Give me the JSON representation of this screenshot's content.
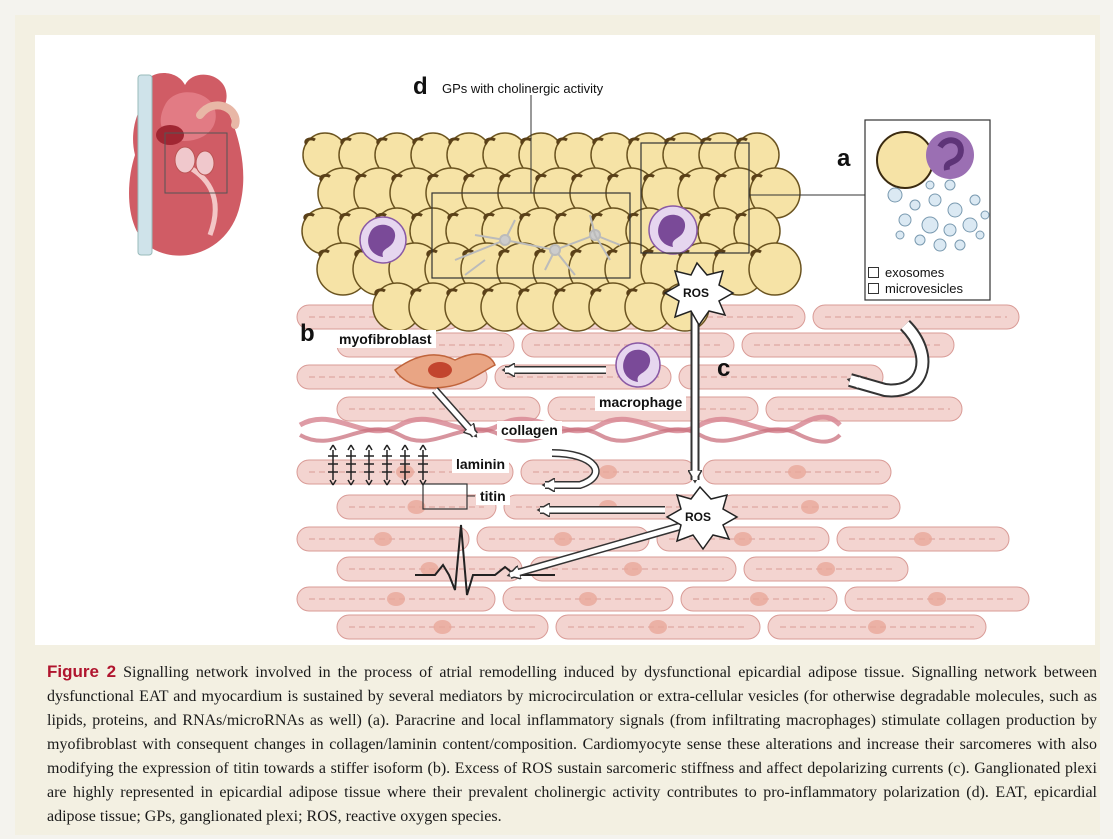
{
  "figure": {
    "panel_labels": {
      "a": "a",
      "b": "b",
      "c": "c",
      "d": "d"
    },
    "labels": {
      "gps": "GPs with cholinergic activity",
      "ros_top": "ROS",
      "ros_bottom": "ROS",
      "exosomes": "exosomes",
      "microvesicles": "microvesicles",
      "myofibroblast": "myofibroblast",
      "macrophage": "macrophage",
      "collagen": "collagen",
      "laminin": "laminin",
      "titin": "titin"
    },
    "colors": {
      "adipocyte_fill": "#f6e3a6",
      "adipocyte_stroke": "#6b5420",
      "macrophage": "#9b6fb3",
      "muscle_fill": "#f3d4d0",
      "muscle_stroke": "#d99b96",
      "nucleus": "#e9a79a",
      "heart_red": "#c8404a",
      "caption_heading": "#b0152e"
    }
  },
  "caption": {
    "heading": "Figure 2",
    "text": "Signalling network involved in the process of atrial remodelling induced by dysfunctional epicardial adipose tissue. Signalling network between dysfunctional EAT and myocardium is sustained by several mediators by microcirculation or extra-cellular vesicles (for otherwise degradable molecules, such as lipids, proteins, and RNAs/microRNAs as well) (a). Paracrine and local inflammatory signals (from infiltrating macrophages) stimulate collagen production by myofibroblast with consequent changes in collagen/laminin content/composition. Cardiomyocyte sense these alterations and increase their sarcomeres with also modifying the expression of titin towards a stiffer isoform (b). Excess of ROS sustain sarcomeric stiffness and affect depolarizing currents (c). Ganglionated plexi are highly represented in epicardial adipose tissue where their prevalent cholinergic activity contributes to pro-inflammatory polarization (d). EAT, epicardial adipose tissue; GPs, ganglionated plexi; ROS, reactive oxygen species."
  }
}
